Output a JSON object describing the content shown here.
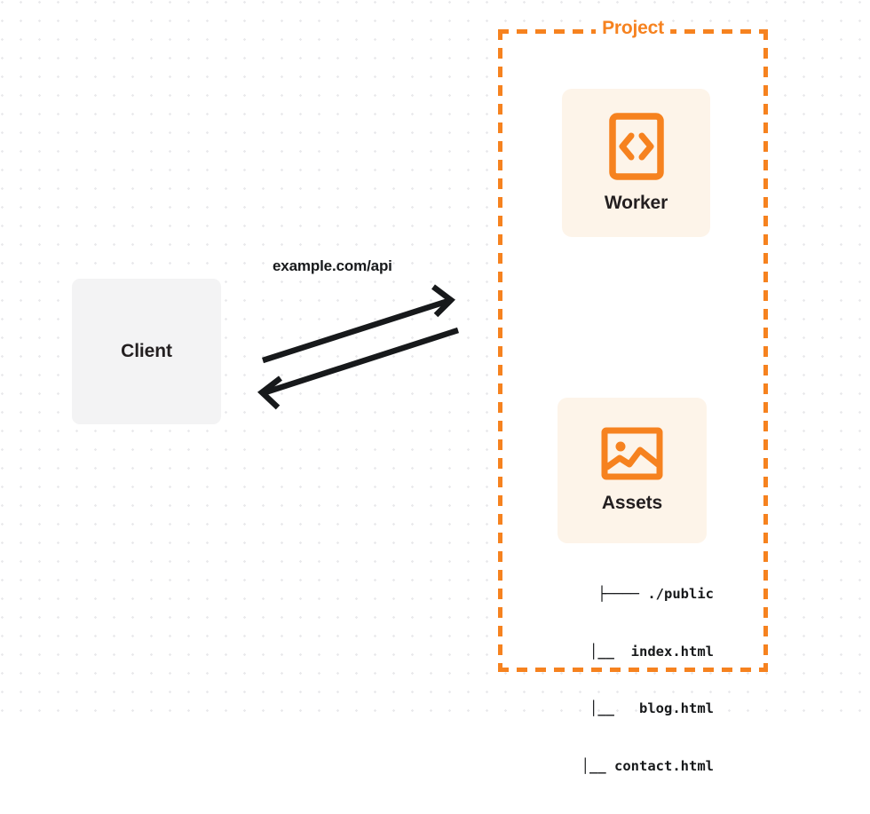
{
  "diagram": {
    "title": "Client to Project Worker and Assets request flow",
    "colors": {
      "accent_orange": "#f6821f",
      "card_background": "#fdf4e9",
      "client_background": "#f3f3f4",
      "text_dark": "#231f20",
      "canvas_background": "#ffffff",
      "dot_grid": "#e9e9ec",
      "arrow_stroke": "#17191b"
    }
  },
  "client": {
    "label": "Client"
  },
  "connection": {
    "request_label": "example.com/api",
    "outbound_arrow": "arrow-right-up",
    "inbound_arrow": "arrow-left-down"
  },
  "project": {
    "title": "Project",
    "cards": [
      {
        "label": "Worker",
        "icon": "code-brackets-icon"
      },
      {
        "label": "Assets",
        "icon": "image-picture-icon"
      }
    ],
    "file_tree": [
      {
        "branch": "├────",
        "name": "./public"
      },
      {
        "branch": "│__",
        "name": "index.html"
      },
      {
        "branch": "│__",
        "name": "blog.html"
      },
      {
        "branch": "│__",
        "name": "contact.html"
      }
    ],
    "file_tree_lines": [
      "├──── ./public",
      "  │__  index.html",
      "  │__   blog.html",
      "  │__ contact.html"
    ]
  }
}
